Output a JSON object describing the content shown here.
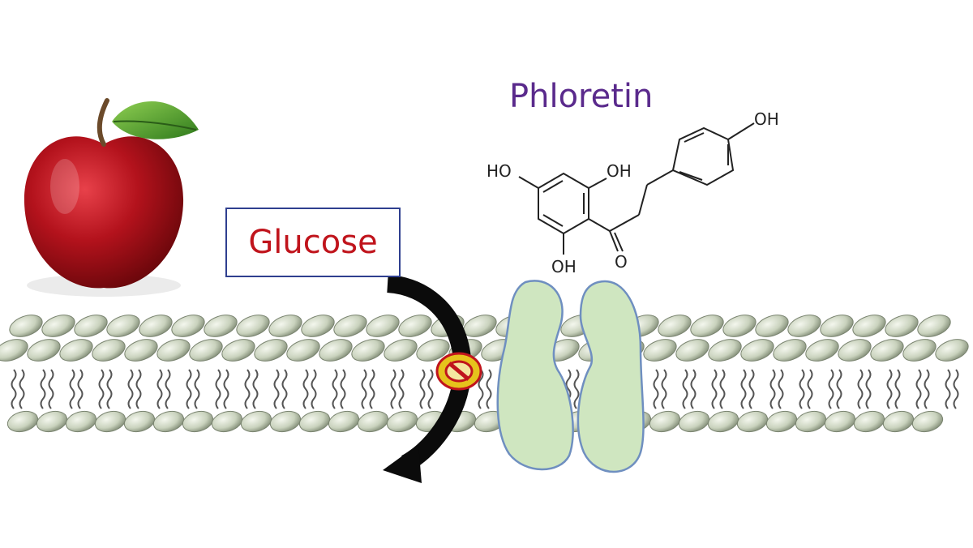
{
  "labels": {
    "glucose": "Glucose",
    "phloretin": "Phloretin"
  },
  "molecule_atoms": {
    "ho_left": "HO",
    "oh_top": "OH",
    "oh_bottom": "OH",
    "oh_ring": "OH",
    "ketone_o": "O"
  },
  "colors": {
    "glucose_text": "#c0141c",
    "glucose_border": "#2f3f8f",
    "phloretin_text": "#5a2a8c",
    "lipid_head": "#c9d2bd",
    "transporter_fill": "#cfe6c0",
    "transporter_stroke": "#6f8fc0",
    "arrow": "#0b0b0b",
    "prohibit_ring": "#e6c21c",
    "prohibit_outline": "#c0141c"
  },
  "icons": {
    "apple": "apple-icon",
    "blocked": "prohibit-icon",
    "arrow": "curved-arrow-icon"
  }
}
